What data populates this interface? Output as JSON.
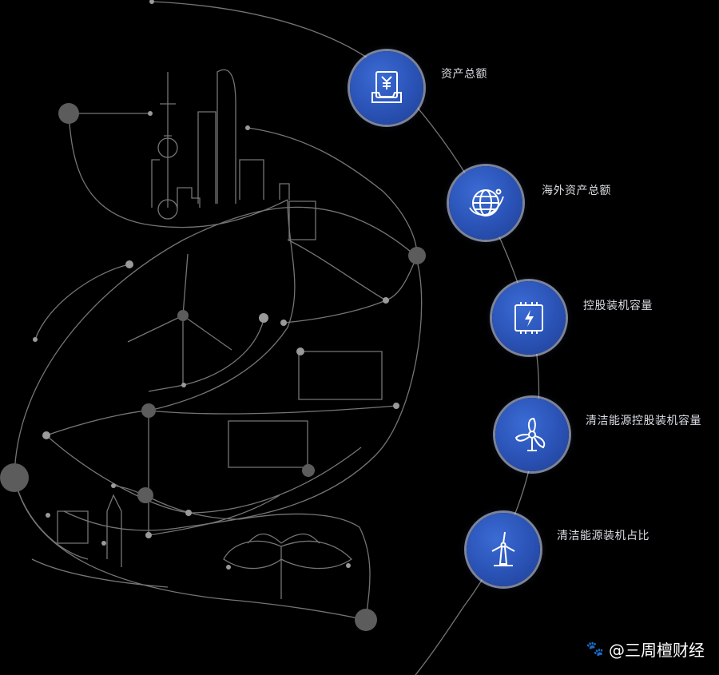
{
  "nodes": [
    {
      "label": "资产总额",
      "icon": "yuan-document-icon"
    },
    {
      "label": "海外资产总额",
      "icon": "globe-icon"
    },
    {
      "label": "控股装机容量",
      "icon": "battery-chip-icon"
    },
    {
      "label": "清洁能源控股装机容量",
      "icon": "fan-icon"
    },
    {
      "label": "清洁能源装机占比",
      "icon": "wind-turbine-icon"
    }
  ],
  "watermark": {
    "text": "@三周檀财经",
    "icon": "paw-icon"
  },
  "colors": {
    "background": "#000000",
    "node_fill": "#2a52b5",
    "line": "#8a8a8a",
    "dot": "#5c5c5c"
  }
}
